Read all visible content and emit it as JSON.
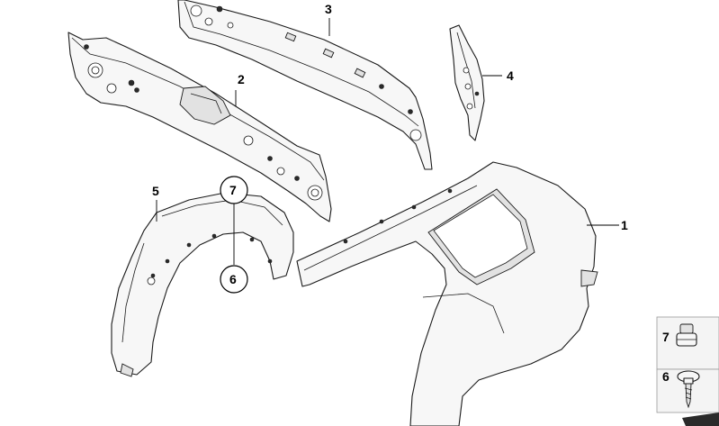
{
  "callouts": {
    "part1": "1",
    "part2": "2",
    "part3": "3",
    "part4": "4",
    "part5": "5",
    "part6": "6",
    "part7": "7"
  },
  "legend": {
    "item7": "7",
    "item6": "6"
  }
}
